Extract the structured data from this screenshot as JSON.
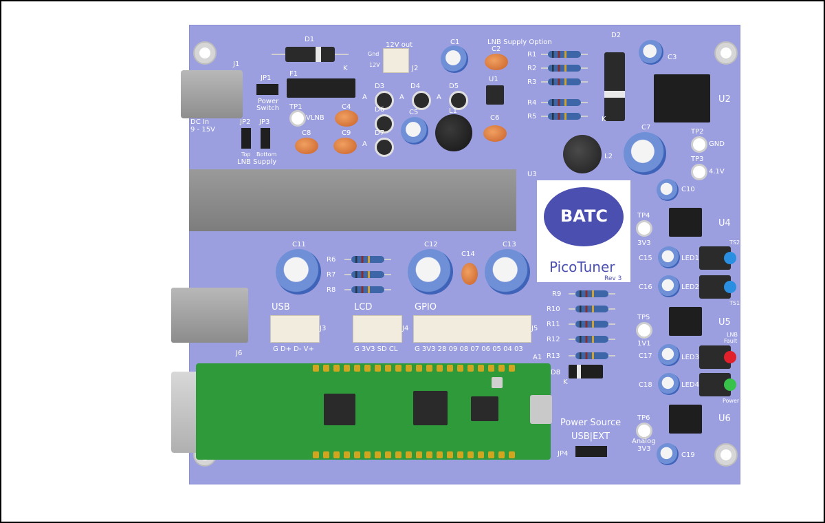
{
  "board": {
    "name": "PicoTuner",
    "rev": "Rev 3",
    "logo": "BATC",
    "colors": {
      "board": "#9b9fe0",
      "pico_pcb": "#2f9a3a",
      "silk": "#ffffff",
      "led_red": "#e0202a",
      "led_green": "#38c24a",
      "led_blue": "#2a8fe0"
    }
  },
  "labels": {
    "D1": "D1",
    "D2": "D2",
    "J1": "J1",
    "JP1": "JP1",
    "power_switch_1": "Power",
    "power_switch_2": "Switch",
    "F1": "F1",
    "K1": "K",
    "K2": "K",
    "TP1": "TP1",
    "VLNB": "VLNB",
    "C1": "C1",
    "C2": "C2",
    "C3": "C3",
    "C4": "C4",
    "C5": "C5",
    "C6": "C6",
    "C7": "C7",
    "C8": "C8",
    "C9": "C9",
    "C10": "C10",
    "C11": "C11",
    "C12": "C12",
    "C13": "C13",
    "C14": "C14",
    "C15": "C15",
    "C16": "C16",
    "C17": "C17",
    "C18": "C18",
    "C19": "C19",
    "out12v": "12V out",
    "gnd": "Gnd",
    "v12": "12V",
    "J2": "J2",
    "lnb_supply_option": "LNB Supply Option",
    "R1": "R1",
    "R2": "R2",
    "R3": "R3",
    "R4": "R4",
    "R5": "R5",
    "R6": "R6",
    "R7": "R7",
    "R8": "R8",
    "R9": "R9",
    "R10": "R10",
    "R11": "R11",
    "R12": "R12",
    "R13": "R13",
    "U1": "U1",
    "U2": "U2",
    "U3": "U3",
    "U4": "U4",
    "U5": "U5",
    "U6": "U6",
    "D3": "D3",
    "D4": "D4",
    "D5": "D5",
    "D6": "D6",
    "D7": "D7",
    "D8": "D8",
    "A1": "A",
    "A2": "A",
    "A3": "A",
    "A4": "A",
    "A5": "A",
    "L1": "L1",
    "L2": "L2",
    "TP2": "TP2",
    "TP3": "TP3",
    "TP4": "TP4",
    "TP5": "TP5",
    "TP6": "TP6",
    "GND": "GND",
    "v41": "4.1V",
    "v3v3": "3V3",
    "v1v1": "1V1",
    "analog": "Analog",
    "analog3v3": "3V3",
    "dc_in": "DC In",
    "dc_range": "9 - 15V",
    "JP2": "JP2",
    "JP3": "JP3",
    "top": "Top",
    "bottom": "Bottom",
    "lnb_supply": "LNB Supply",
    "USB": "USB",
    "LCD": "LCD",
    "GPIO": "GPIO",
    "J3": "J3",
    "J4": "J4",
    "J5": "J5",
    "J6": "J6",
    "usb_pins": "G  D+  D-  V+",
    "lcd_pins": "G  3V3  SD  CL",
    "gpio_pins": "G  3V3  28  09  08  07  06  05  04  03",
    "LED1": "LED1",
    "LED2": "LED2",
    "LED3": "LED3",
    "LED4": "LED4",
    "TS1": "TS1",
    "TS2": "TS2",
    "lnb_fault_1": "LNB",
    "lnb_fault_2": "Fault",
    "power_led": "Power",
    "A1pin": "A1",
    "power_source": "Power Source",
    "usb_ext": "USB|EXT",
    "JP4": "JP4"
  }
}
